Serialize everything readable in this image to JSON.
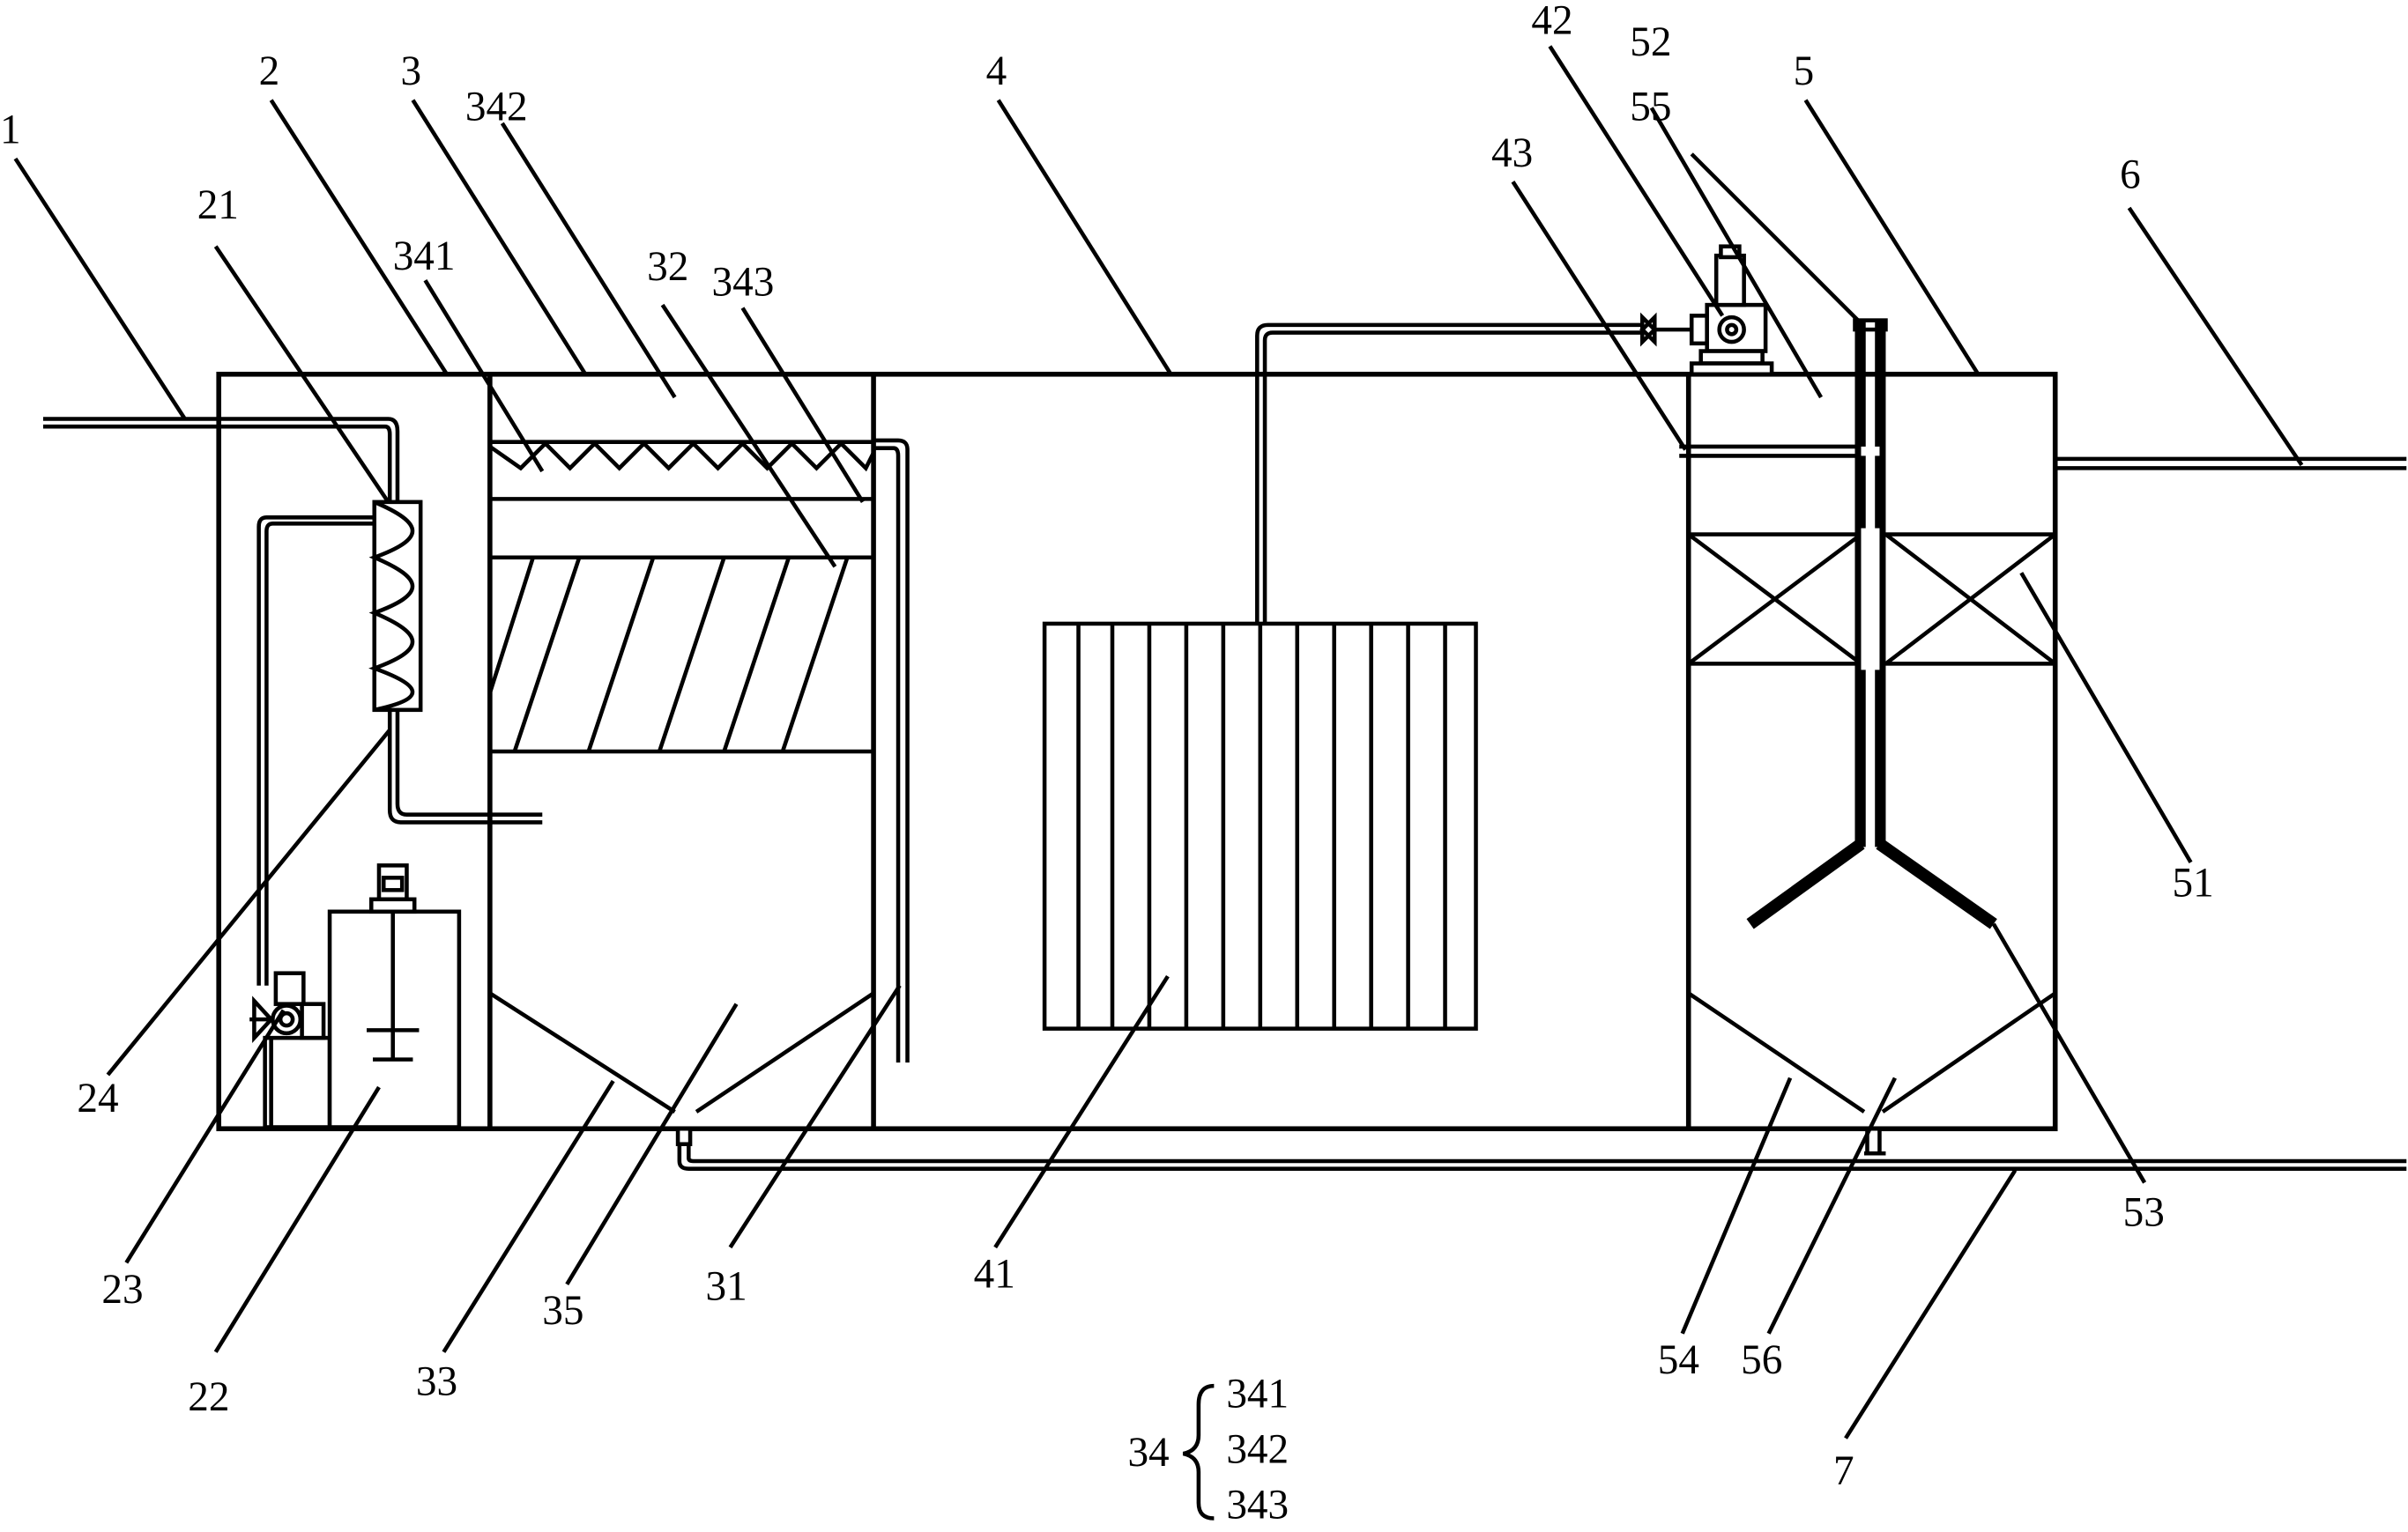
{
  "labels": {
    "l1": "1",
    "l2": "2",
    "l3": "3",
    "l4": "4",
    "l5": "5",
    "l6": "6",
    "l7": "7",
    "l21": "21",
    "l22": "22",
    "l23": "23",
    "l24": "24",
    "l31": "31",
    "l32": "32",
    "l33": "33",
    "l35": "35",
    "l341": "341",
    "l342": "342",
    "l343": "343",
    "l41": "41",
    "l42": "42",
    "l43": "43",
    "l51": "51",
    "l52": "52",
    "l53": "53",
    "l54": "54",
    "l55": "55",
    "l56": "56"
  },
  "legend": {
    "group": "34",
    "items": [
      "341",
      "342",
      "343"
    ]
  }
}
